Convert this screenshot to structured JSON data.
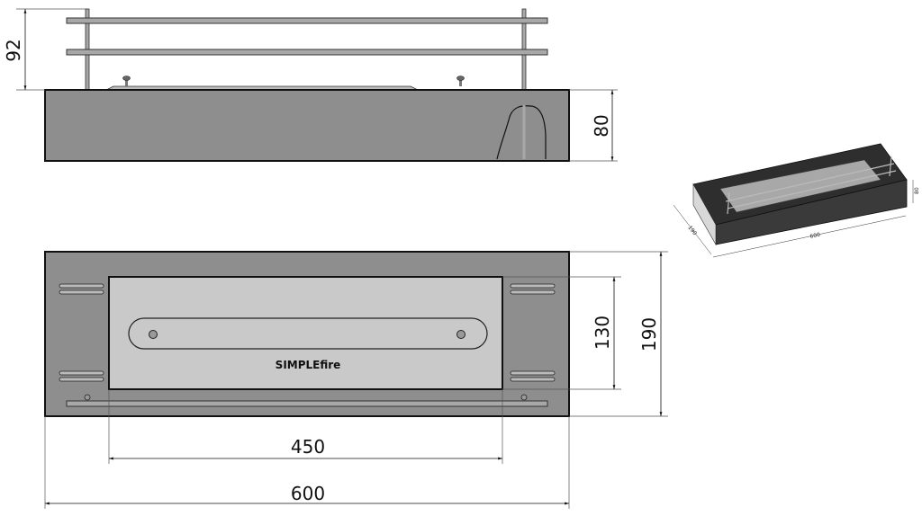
{
  "title": "Bioethanol burner technical drawing",
  "colors": {
    "body": "#8e8e8e",
    "glass": "#c9c9c9",
    "rail": "#a8a8a8",
    "line": "#111111",
    "iso_dark": "#2e2e2e"
  },
  "front_view": {
    "dim_height_rails": "92",
    "dim_height_body": "80"
  },
  "top_view": {
    "logo": "SIMPLEfire",
    "dim_glass_height": "130",
    "dim_total_depth": "190",
    "dim_glass_width": "450",
    "dim_total_width": "600"
  },
  "iso_view": {
    "dim_width": "600",
    "dim_depth": "190",
    "dim_height": "80"
  }
}
